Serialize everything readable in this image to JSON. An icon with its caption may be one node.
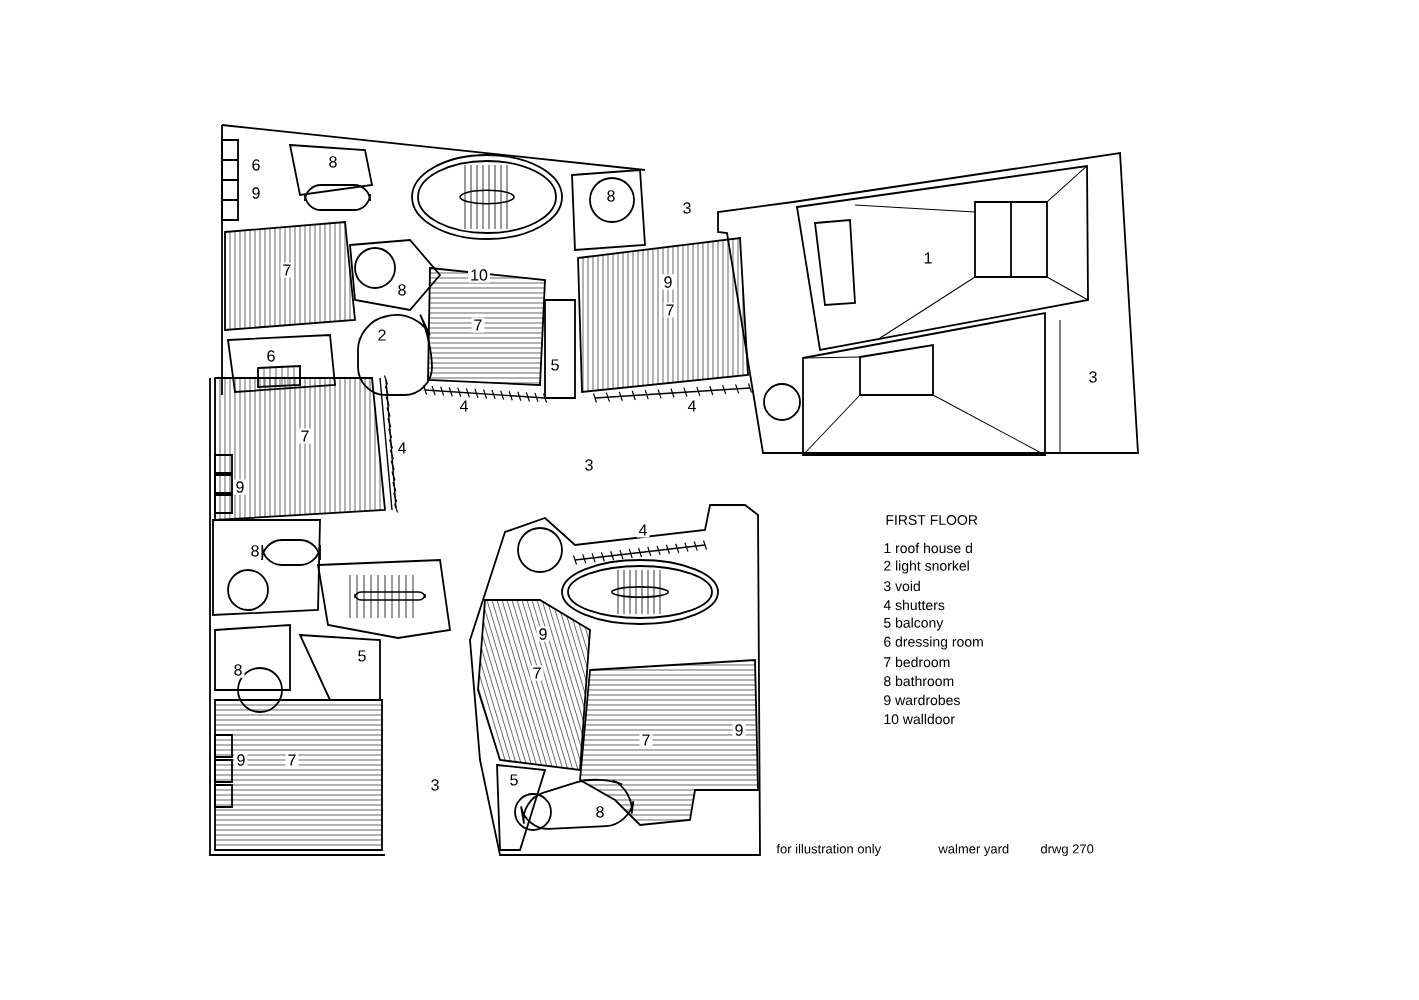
{
  "diagram": {
    "title": "FIRST FLOOR",
    "labels": [
      "6",
      "8",
      "9",
      "8",
      "3",
      "1",
      "7",
      "10",
      "9",
      "8",
      "7",
      "7",
      "2",
      "6",
      "5",
      "3",
      "4",
      "4",
      "7",
      "4",
      "3",
      "9",
      "4",
      "8",
      "9",
      "5",
      "8",
      "7",
      "9",
      "7",
      "9",
      "7",
      "5",
      "3",
      "8",
      "1 roof house d",
      "2 light snorkel",
      "3 void",
      "4 shutters",
      "5 balcony",
      "6 dressing room",
      "7 bedroom",
      "8 bathroom",
      "9 wardrobes",
      "10 walldoor",
      "for illustration only",
      "walmer yard",
      "drwg 270"
    ]
  }
}
